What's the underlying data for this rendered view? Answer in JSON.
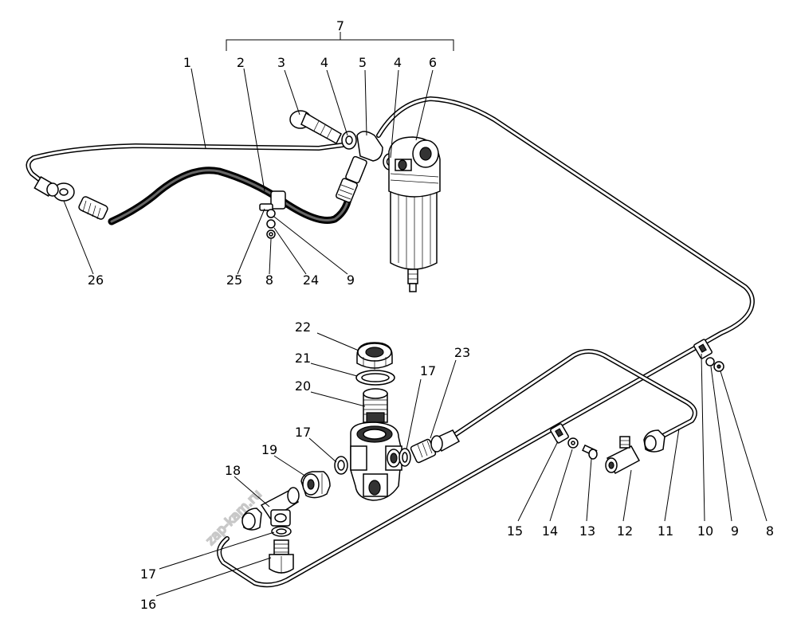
{
  "watermark": "zap-kam.ru",
  "callouts": {
    "c1": "1",
    "c2": "2",
    "c3": "3",
    "c4a": "4",
    "c5": "5",
    "c4b": "4",
    "c6": "6",
    "c7": "7",
    "c8a": "8",
    "c9a": "9",
    "c24": "24",
    "c25": "25",
    "c26": "26",
    "c22": "22",
    "c21": "21",
    "c20": "20",
    "c17a": "17",
    "c17b": "17",
    "c23": "23",
    "c19": "19",
    "c18": "18",
    "c17c": "17",
    "c16": "16",
    "c15": "15",
    "c14": "14",
    "c13": "13",
    "c12": "12",
    "c11": "11",
    "c10": "10",
    "c9b": "9",
    "c8b": "8"
  }
}
